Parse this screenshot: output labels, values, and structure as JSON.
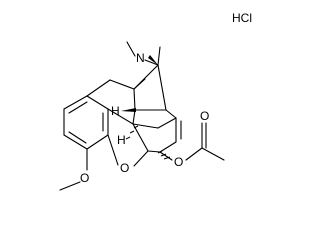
{
  "molecule": {
    "salt": "HCl",
    "atoms": {
      "n": "N",
      "ring_o": "O",
      "ester_o": "O",
      "carbonyl_o": "O",
      "methoxy_o": "O",
      "h_upper": "H",
      "h_lower": "H"
    }
  },
  "colors": {
    "ink": "#000000",
    "background": "#ffffff"
  }
}
